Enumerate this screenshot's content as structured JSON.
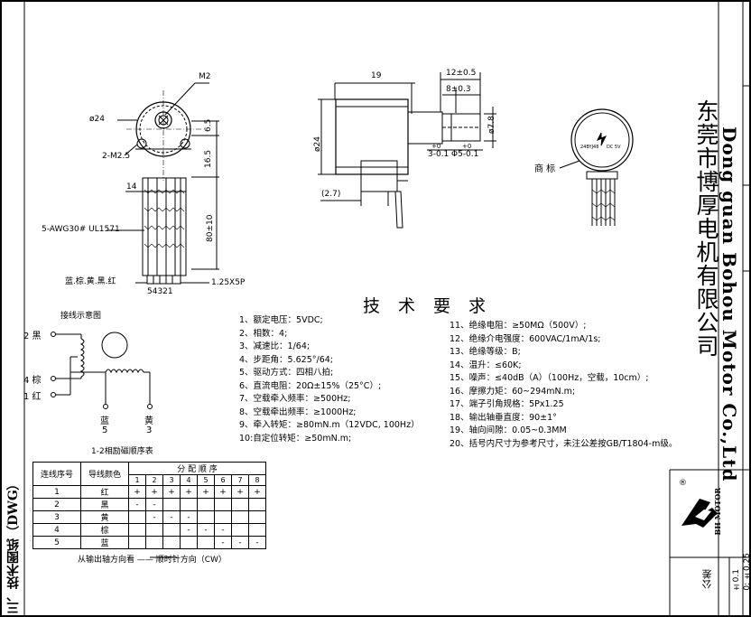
{
  "section_title": "三、技术图纸（DWG）",
  "company": {
    "name_cn": "东莞市博厚电机有限公司",
    "name_en": "Dong guan Bohou Motor Co.,Ltd",
    "logo_text": "BH MOTOR"
  },
  "front_view": {
    "label_m2": "M2",
    "label_dia24": "ø24",
    "label_2m25": "2-M2.5",
    "label_6_5": "6.5",
    "label_16_5": "16.5",
    "label_14": "14",
    "label_80": "80±10",
    "cable_label": "5-AWG30# UL1571",
    "wire_colors_label": "蓝.棕.黄.黑.红",
    "pin_numbers": "54321",
    "connector_label": "1.25X5P"
  },
  "side_view": {
    "label_19": "19",
    "label_12": "12±0.5",
    "label_8": "8±0.3",
    "label_dia24": "ø24",
    "label_dia78": "ø7.8",
    "label_3": "3-0.1",
    "label_3_plus": "+0",
    "label_phi5": "Φ5-0.1",
    "label_phi5_plus": "+0",
    "label_2_7": "(2.7)"
  },
  "nameplate": {
    "callout": "商 标",
    "model": "24BYJ48",
    "voltage": "DC 5V"
  },
  "wiring": {
    "title": "接线示意图",
    "wires": [
      "2 黑",
      "4 棕",
      "1 红"
    ],
    "bottom_labels": [
      {
        "name": "蓝",
        "num": "5"
      },
      {
        "name": "黄",
        "num": "3"
      }
    ],
    "sequence_title": "1-2相励磁顺序表"
  },
  "tech_requirements": {
    "title": "技术要求",
    "left": [
      "1、额定电压：5VDC;",
      "2、相数：4;",
      "3、减速比：1/64;",
      "4、步距角：5.625°/64;",
      "5、驱动方式：四相八拍;",
      "6、直流电阻：20Ω±15%（25°C）;",
      "7、空载牵入频率：≥500Hz;",
      "8、空载牵出频率：≥1000Hz;",
      "9、牵入转矩：≥80mN.m（12VDC, 100Hz）",
      "10:自定位转矩：≥50mN.m;"
    ],
    "right": [
      "11、绝缘电阻：≥50MΩ（500V）;",
      "12、绝缘介电强度：600VAC/1mA/1s;",
      "13、绝缘等级：B;",
      "14、温升：≤60K;",
      "15、噪声：≤40dB（A）（100Hz，空载，10cm）;",
      "16、摩擦力矩：60~294mN.m;",
      "17、端子引角规格：5Px1.25",
      "18、输出轴垂直度：90±1°",
      "19、轴向间隙：0.05~0.3MM",
      "20、括号内尺寸为参考尺寸，未注公差按GB/T1804-m级。"
    ]
  },
  "sequence_table": {
    "header_col1": "连线序号",
    "header_col2": "导线颜色",
    "header_group": "分 配 顺 序",
    "steps": [
      "1",
      "2",
      "3",
      "4",
      "5",
      "6",
      "7",
      "8"
    ],
    "rows": [
      {
        "num": "1",
        "color": "红",
        "cells": [
          "+",
          "+",
          "+",
          "+",
          "+",
          "+",
          "+",
          "+"
        ]
      },
      {
        "num": "2",
        "color": "黑",
        "cells": [
          "-",
          "-",
          "",
          "",
          "",
          "",
          "",
          ""
        ]
      },
      {
        "num": "3",
        "color": "黄",
        "cells": [
          "",
          "-",
          "-",
          "-",
          "",
          "",
          "",
          ""
        ]
      },
      {
        "num": "4",
        "color": "棕",
        "cells": [
          "",
          "",
          "",
          "-",
          "-",
          "-",
          "",
          ""
        ]
      },
      {
        "num": "5",
        "color": "蓝",
        "cells": [
          "",
          "",
          "",
          "",
          "",
          "-",
          "-",
          "-"
        ]
      }
    ],
    "direction_note": "从输出轴方向看 —— 顺时针方向（CW）"
  },
  "tolerance": {
    "label": "公差",
    "values": [
      "±0.1",
      "0: ±0.25"
    ]
  }
}
